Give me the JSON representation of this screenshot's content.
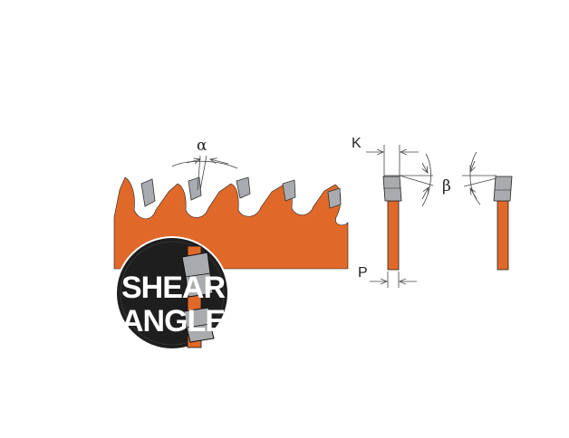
{
  "labels": {
    "alpha": "α",
    "beta": "β",
    "k": "K",
    "p": "P"
  },
  "badge": {
    "line1": "SHEAR",
    "line2": "ANGLE"
  },
  "colors": {
    "blade": "#e0692a",
    "tooth": "#a9abae",
    "badge_bg": "#1e1e1e",
    "outline": "#222222"
  }
}
